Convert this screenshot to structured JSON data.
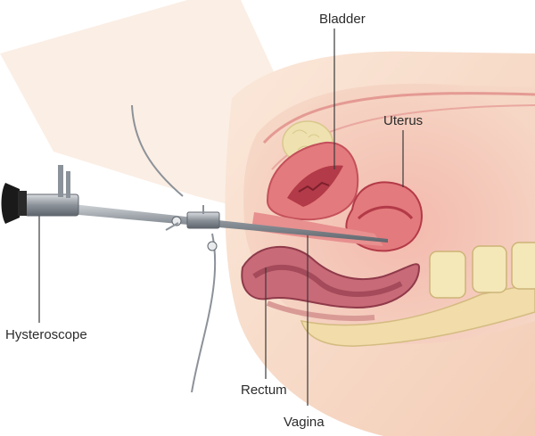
{
  "labels": {
    "bladder": "Bladder",
    "uterus": "Uterus",
    "hysteroscope": "Hysteroscope",
    "rectum": "Rectum",
    "vagina": "Vagina"
  },
  "colors": {
    "skin_light": "#f6dcc8",
    "skin_mid": "#f0c9b0",
    "tissue_pink": "#e9a8a0",
    "uterus_pink": "#e37a7d",
    "uterus_dark": "#b33a48",
    "bladder_fat": "#efe2b0",
    "bowel_dark": "#a44a5a",
    "bone": "#f4e7b8",
    "instrument": "#8c9299",
    "eyepiece": "#1a1a1a",
    "leader_line": "#3a3a3a"
  },
  "icons": [
    "hysteroscope-instrument",
    "eyepiece-icon"
  ]
}
